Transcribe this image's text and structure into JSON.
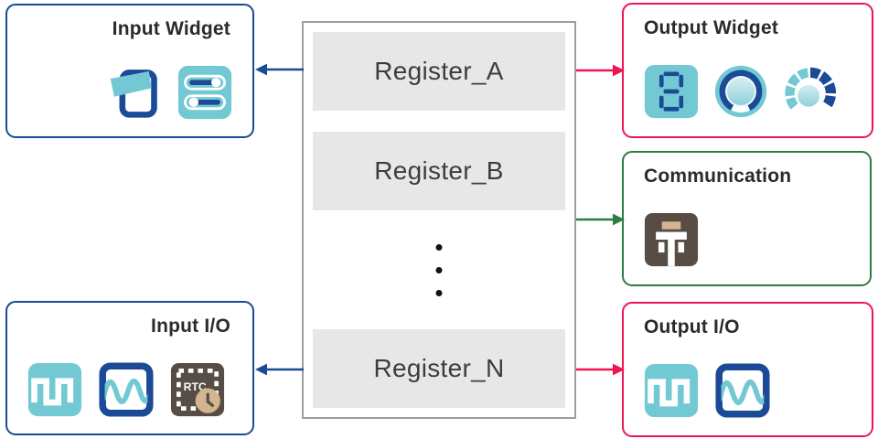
{
  "colors": {
    "navy": "#1b4a96",
    "teal": "#72c9d3",
    "pink": "#ed1651",
    "green": "#2b7d44",
    "brown": "#574d45",
    "tan": "#d3b68f",
    "gray_border": "#9e9e9e",
    "bar_fill": "#e7e7e7",
    "text_dark": "#2b2b2b",
    "register_text": "#3d3d3d"
  },
  "boxes": {
    "input_widget": {
      "title": "Input Widget",
      "icons": [
        "rocker-switch-icon",
        "sliders-icon"
      ]
    },
    "input_io": {
      "title": "Input I/O",
      "icons": [
        "square-wave-icon",
        "sine-wave-icon",
        "rtc-icon"
      ]
    },
    "output_widget": {
      "title": "Output Widget",
      "icons": [
        "seven-segment-icon",
        "knob-icon",
        "gauge-icon"
      ]
    },
    "communication": {
      "title": "Communication",
      "icons": [
        "connector-icon"
      ]
    },
    "output_io": {
      "title": "Output I/O",
      "icons": [
        "square-wave-icon",
        "sine-wave-icon"
      ]
    }
  },
  "registers": {
    "a": "Register_A",
    "b": "Register_B",
    "n": "Register_N"
  },
  "rtc_label": "RTC",
  "arrows": [
    {
      "target": "input_widget",
      "direction": "left",
      "color": "navy"
    },
    {
      "target": "output_widget",
      "direction": "right",
      "color": "pink"
    },
    {
      "target": "communication",
      "direction": "right",
      "color": "green"
    },
    {
      "target": "input_io",
      "direction": "left",
      "color": "navy"
    },
    {
      "target": "output_io",
      "direction": "right",
      "color": "pink"
    }
  ]
}
